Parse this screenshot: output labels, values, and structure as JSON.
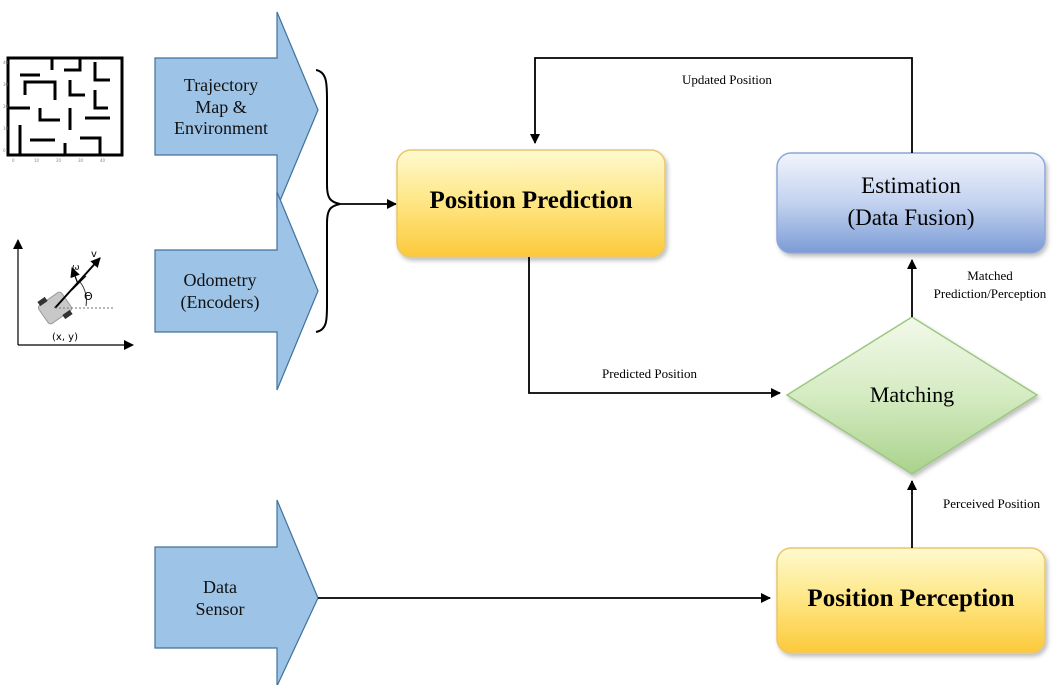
{
  "inputs": {
    "trajectory": {
      "line1": "Trajectory",
      "line2": "Map &",
      "line3": "Environment"
    },
    "odometry": {
      "line1": "Odometry",
      "line2": "(Encoders)"
    },
    "sensor": {
      "line1": "Data",
      "line2": "Sensor"
    }
  },
  "nodes": {
    "prediction": "Position Prediction",
    "perception": "Position Perception",
    "estimation": {
      "line1": "Estimation",
      "line2": "(Data Fusion)"
    },
    "matching": "Matching"
  },
  "edges": {
    "updated": "Updated Position",
    "predicted": "Predicted Position",
    "perceived": "Perceived Position",
    "matched": {
      "line1": "Matched",
      "line2": "Prediction/Perception"
    }
  },
  "robot": {
    "omega": "ω",
    "vel": "v",
    "theta": "Θ",
    "coords": "(x, y)"
  },
  "colors": {
    "input_arrow_fill": "#9dc3e6",
    "input_arrow_stroke": "#41719c",
    "yellow_top": "#fff8c2",
    "yellow_bottom": "#fdd24e",
    "blue_top": "#eef2fb",
    "blue_bottom": "#7f9fd8",
    "green_top": "#eef7e2",
    "green_bottom": "#b5d99b"
  }
}
